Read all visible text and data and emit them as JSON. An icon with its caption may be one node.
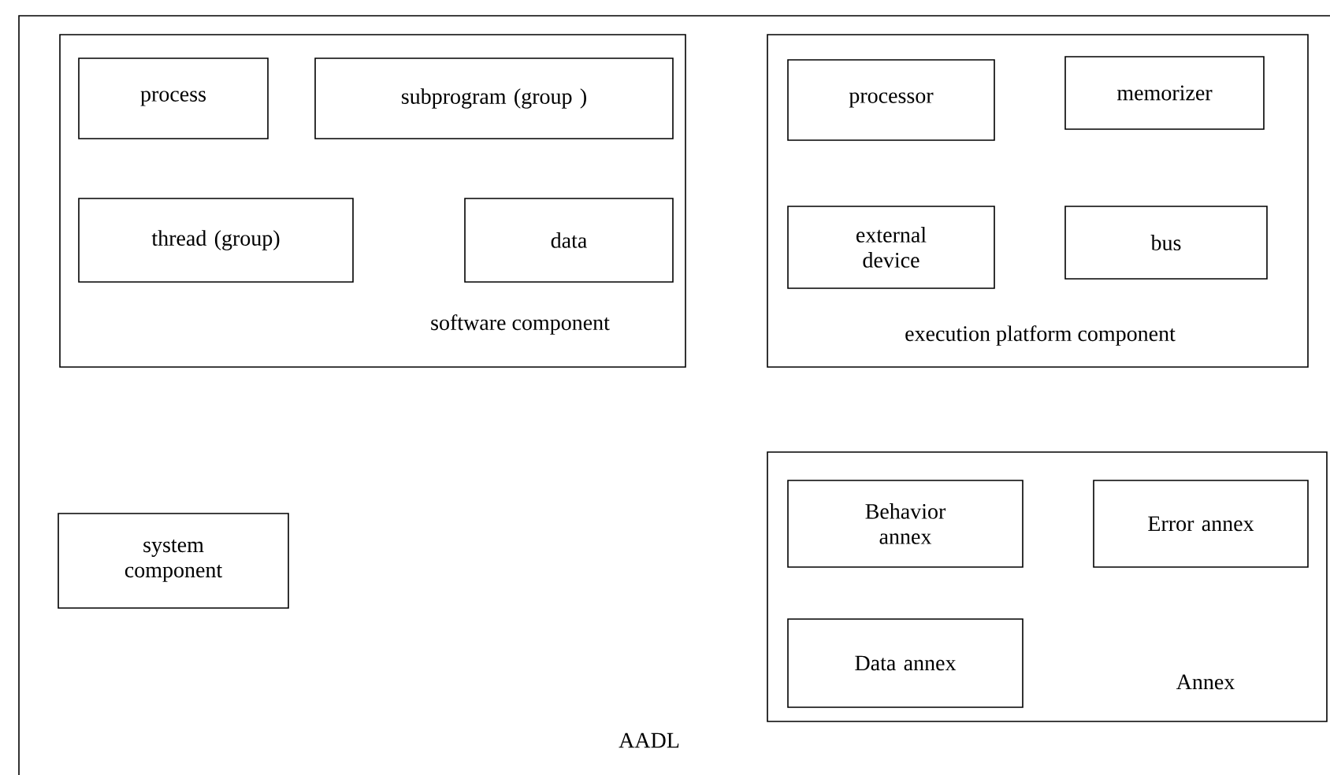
{
  "diagram": {
    "nodes": [
      {
        "text": [
          "AADL"
        ]
      },
      {
        "text": [
          "software component"
        ],
        "in": 0
      },
      {
        "text": [
          "process"
        ],
        "in": 1
      },
      {
        "text": [
          "subprogram (group )"
        ],
        "in": 1
      },
      {
        "text": [
          "thread (group)"
        ],
        "in": 1
      },
      {
        "text": [
          "data"
        ],
        "in": 1
      },
      {
        "text": [
          "execution platform component"
        ],
        "in": 0
      },
      {
        "text": [
          "processor"
        ],
        "in": 6
      },
      {
        "text": [
          "memorizer"
        ],
        "in": 6
      },
      {
        "text": [
          "external device"
        ],
        "in": 6
      },
      {
        "text": [
          "bus"
        ],
        "in": 6
      },
      {
        "text": [
          "system component"
        ],
        "in": 0
      },
      {
        "text": [
          "Annex"
        ],
        "in": 0
      },
      {
        "text": [
          "Behavior annex"
        ],
        "in": 12
      },
      {
        "text": [
          "Error annex"
        ],
        "in": 12
      },
      {
        "text": [
          "Data annex"
        ],
        "in": 12
      }
    ],
    "edges": []
  }
}
